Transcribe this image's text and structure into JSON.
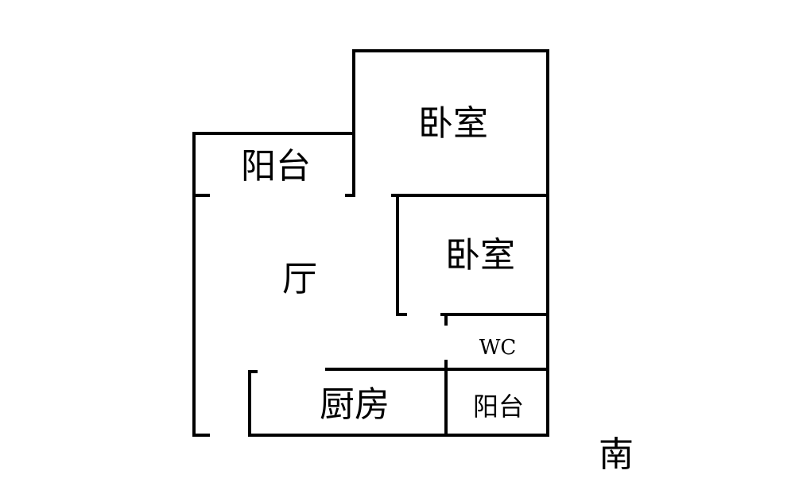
{
  "rooms": {
    "bedroom_top": "卧室",
    "balcony_left": "阳台",
    "bedroom_middle": "卧室",
    "living_room": "厅",
    "wc": "WC",
    "kitchen": "厨房",
    "balcony_small": "阳台"
  },
  "compass": {
    "direction": "南"
  },
  "colors": {
    "walls": "#000000",
    "text": "#000000",
    "background": "#ffffff"
  }
}
